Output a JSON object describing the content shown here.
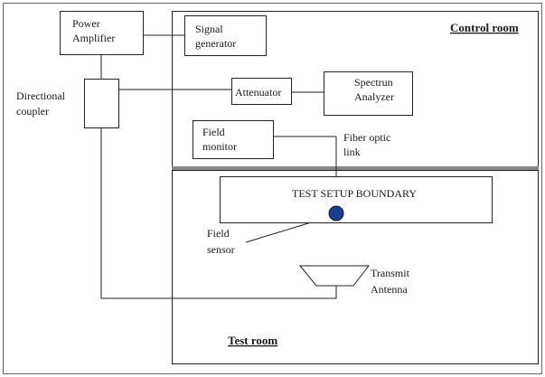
{
  "diagram": {
    "power_amplifier": [
      "Power",
      "Amplifier"
    ],
    "signal_generator": [
      "Signal",
      "generator"
    ],
    "control_room": "Control room",
    "directional_coupler": [
      "Directional",
      "coupler"
    ],
    "attenuator": "Attenuator",
    "spectrum_analyzer": [
      "Spectrun",
      "Analyzer"
    ],
    "field_monitor": [
      "Field",
      "monitor"
    ],
    "fiber_optic_link": [
      "Fiber optic",
      "link"
    ],
    "test_setup_boundary": "TEST SETUP BOUNDARY",
    "field_sensor": [
      "Field",
      "sensor"
    ],
    "transmit_antenna": [
      "Transmit",
      "Antenna"
    ],
    "test_room": "Test room"
  },
  "colors": {
    "sensor_fill": "#1a3f8f",
    "divider": "#888888",
    "line": "#222222"
  }
}
